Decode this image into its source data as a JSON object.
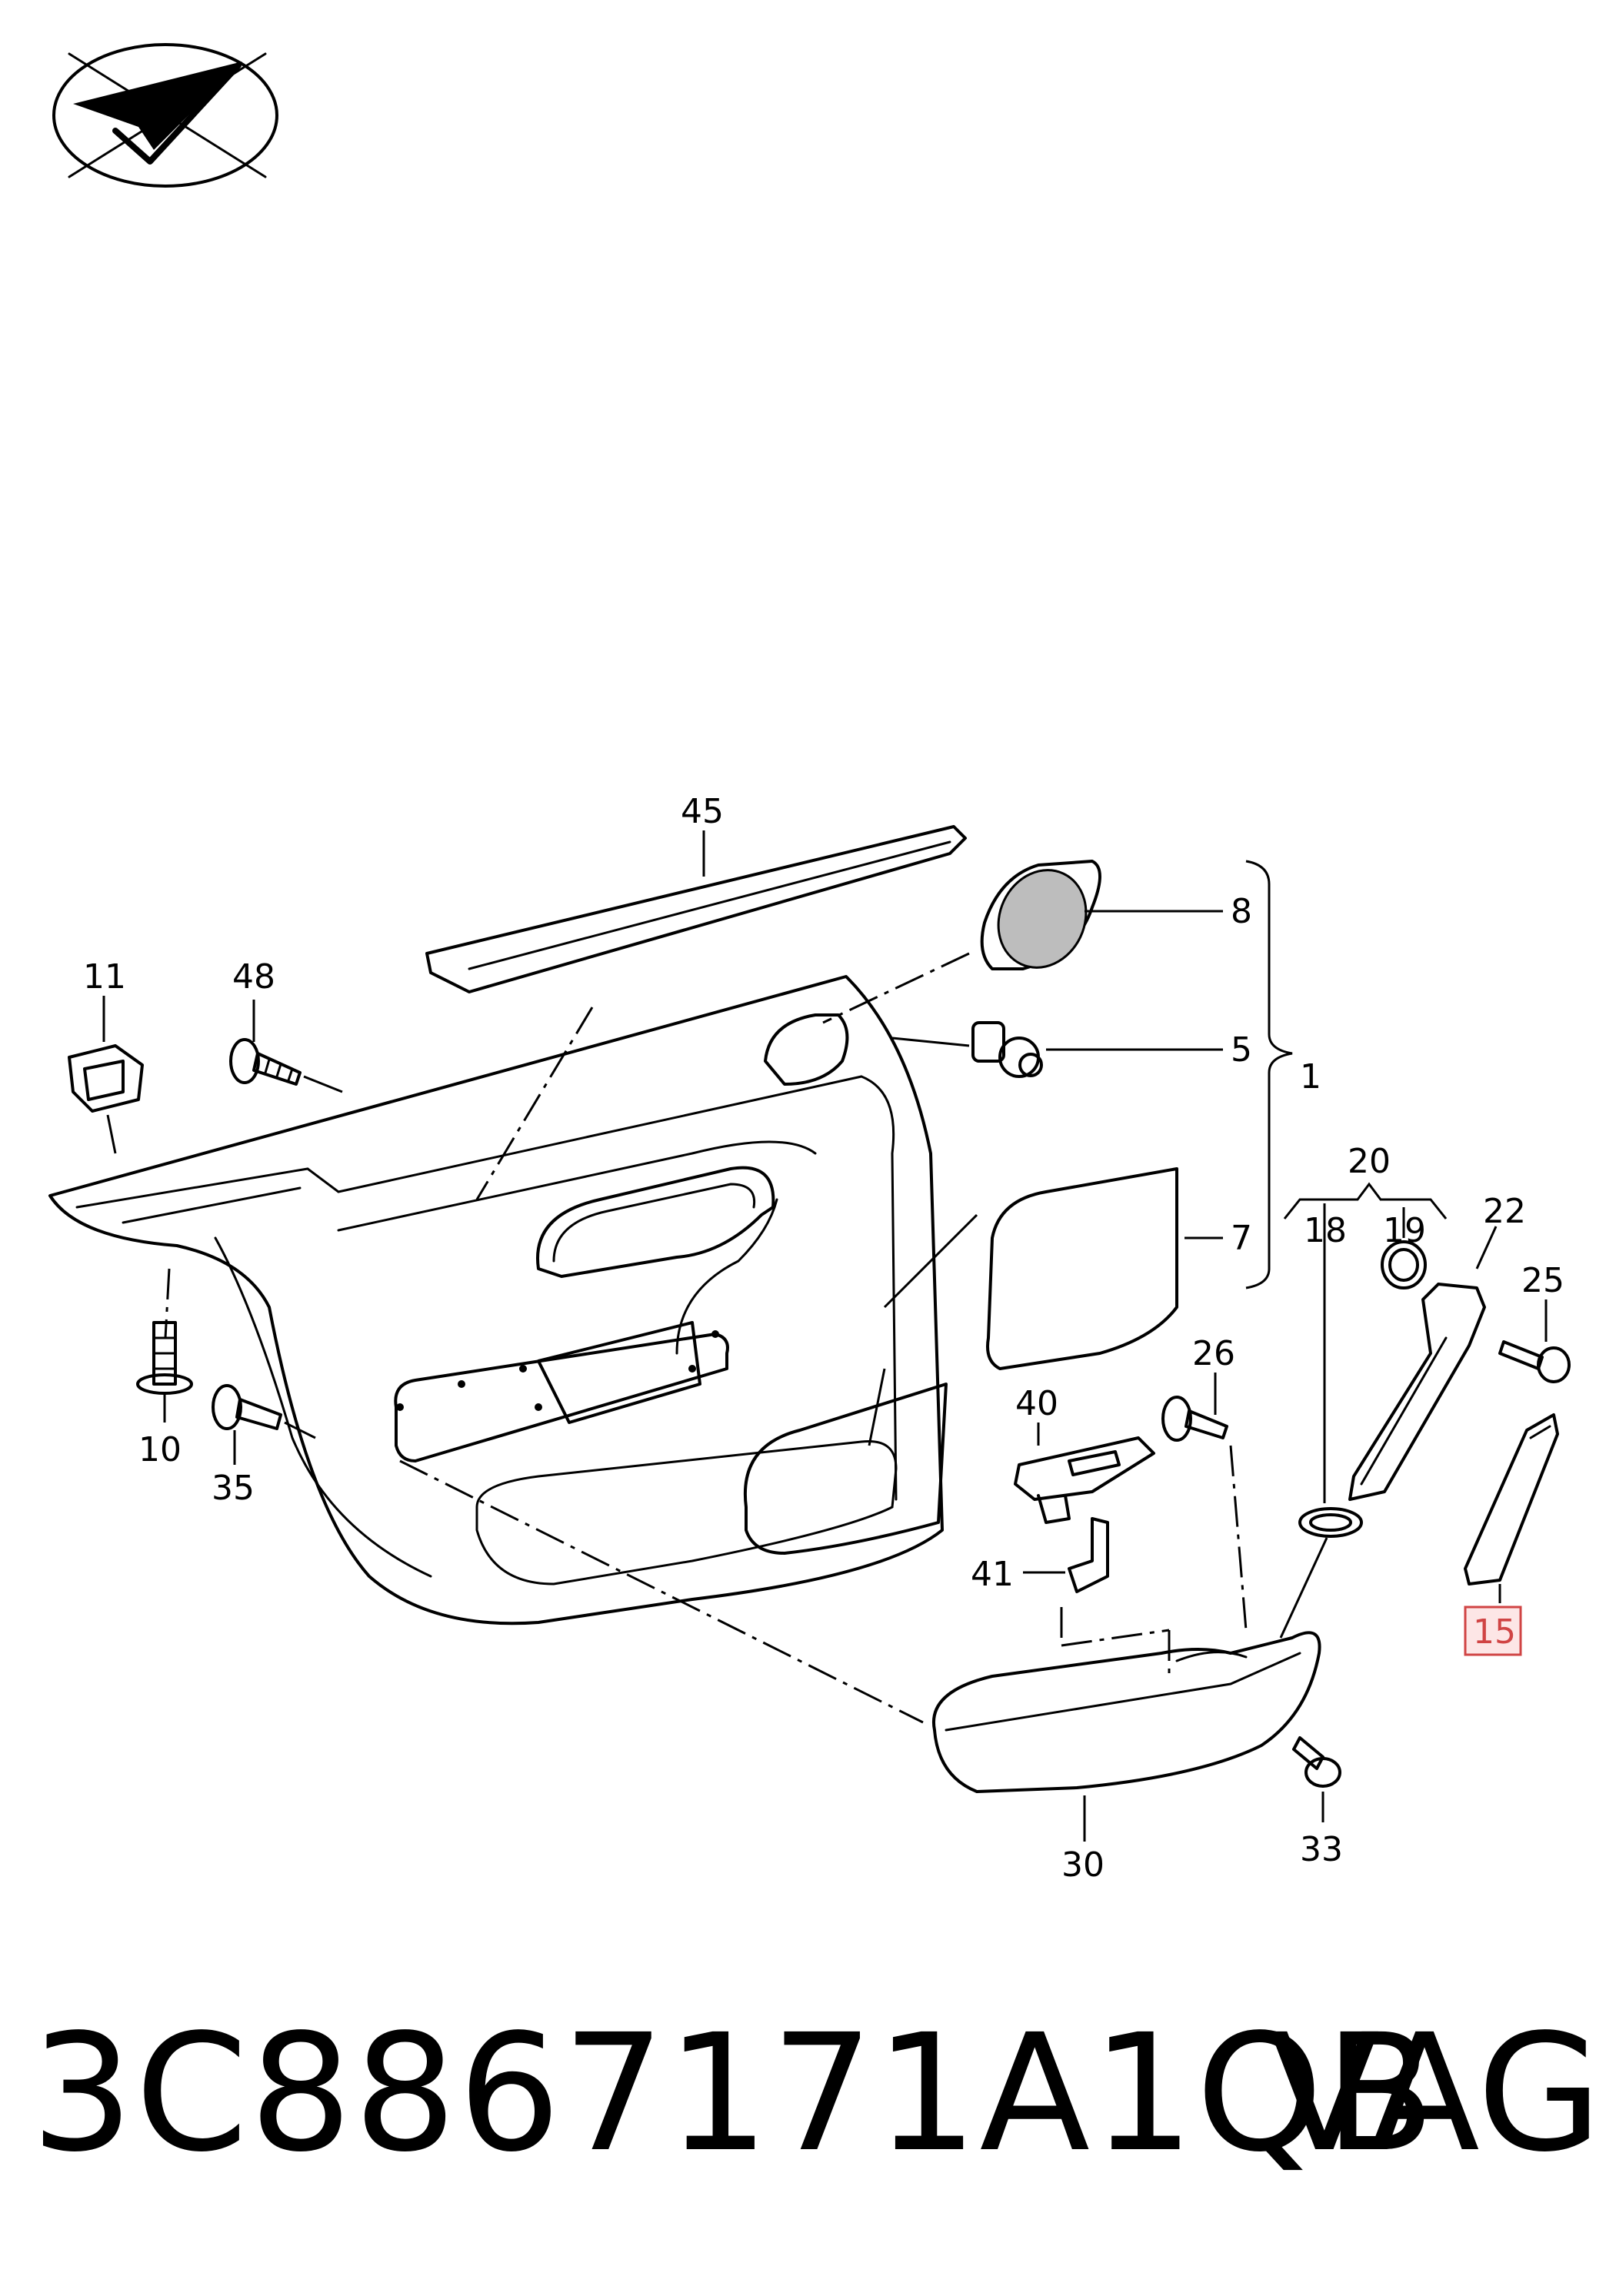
{
  "diagram": {
    "callouts": {
      "c45": "45",
      "c8": "8",
      "c5": "5",
      "c1": "1",
      "c20": "20",
      "c18": "18",
      "c19": "19",
      "c22": "22",
      "c25": "25",
      "c11": "11",
      "c48": "48",
      "c7": "7",
      "c26": "26",
      "c40": "40",
      "c41": "41",
      "c10": "10",
      "c35": "35",
      "c15": "15",
      "c30": "30",
      "c33": "33"
    },
    "highlighted_callout": "15",
    "highlight_color": "#d04444"
  },
  "footer": {
    "part_number": "3C8867171A1QB",
    "brand": "VAG"
  },
  "logo": {
    "icon": "paper-plane-check-logo"
  }
}
